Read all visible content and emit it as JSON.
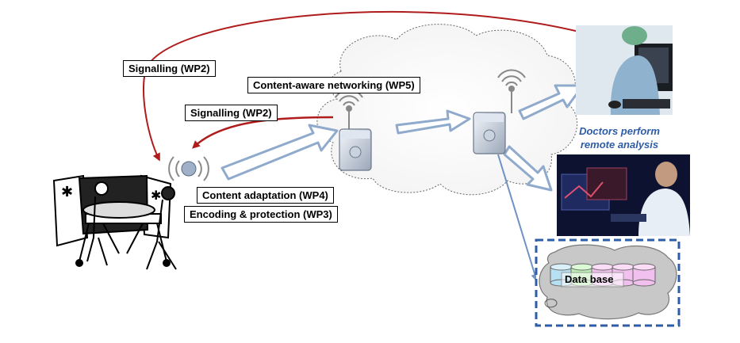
{
  "labels": {
    "signalling_top": "Signalling (WP2)",
    "content_aware": "Content-aware networking (WP5)",
    "signalling_mid": "Signalling (WP2)",
    "content_adaptation": "Content adaptation (WP4)",
    "encoding_protection": "Encoding & protection (WP3)",
    "doctors_line1": "Doctors perform",
    "doctors_line2": "remote analysis",
    "database": "Data base"
  },
  "colors": {
    "signalling_arrow": "#b01c1c",
    "data_arrow": "#8faacc",
    "caption": "#2e5da8",
    "db_border": "#2e5da8",
    "db_cloud": "#c8c8c8"
  }
}
